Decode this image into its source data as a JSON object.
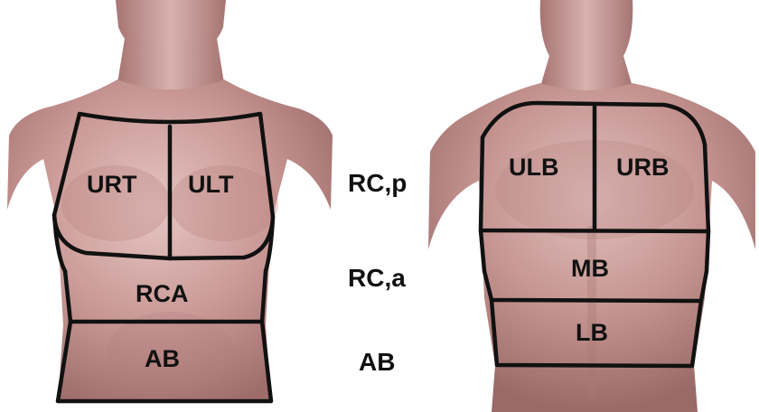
{
  "colors": {
    "skin_light": "#d9b3b0",
    "skin_mid": "#c4908d",
    "skin_dark": "#9c6a68",
    "outline": "#111111",
    "background": "#ffffff"
  },
  "front_regions": {
    "urt": "URT",
    "ult": "ULT",
    "rca": "RCA",
    "ab": "AB"
  },
  "back_regions": {
    "ulb": "ULB",
    "urb": "URB",
    "mb": "MB",
    "lb": "LB"
  },
  "middle_labels": {
    "rc_p": "RC,p",
    "rc_a": "RC,a",
    "ab": "AB"
  }
}
